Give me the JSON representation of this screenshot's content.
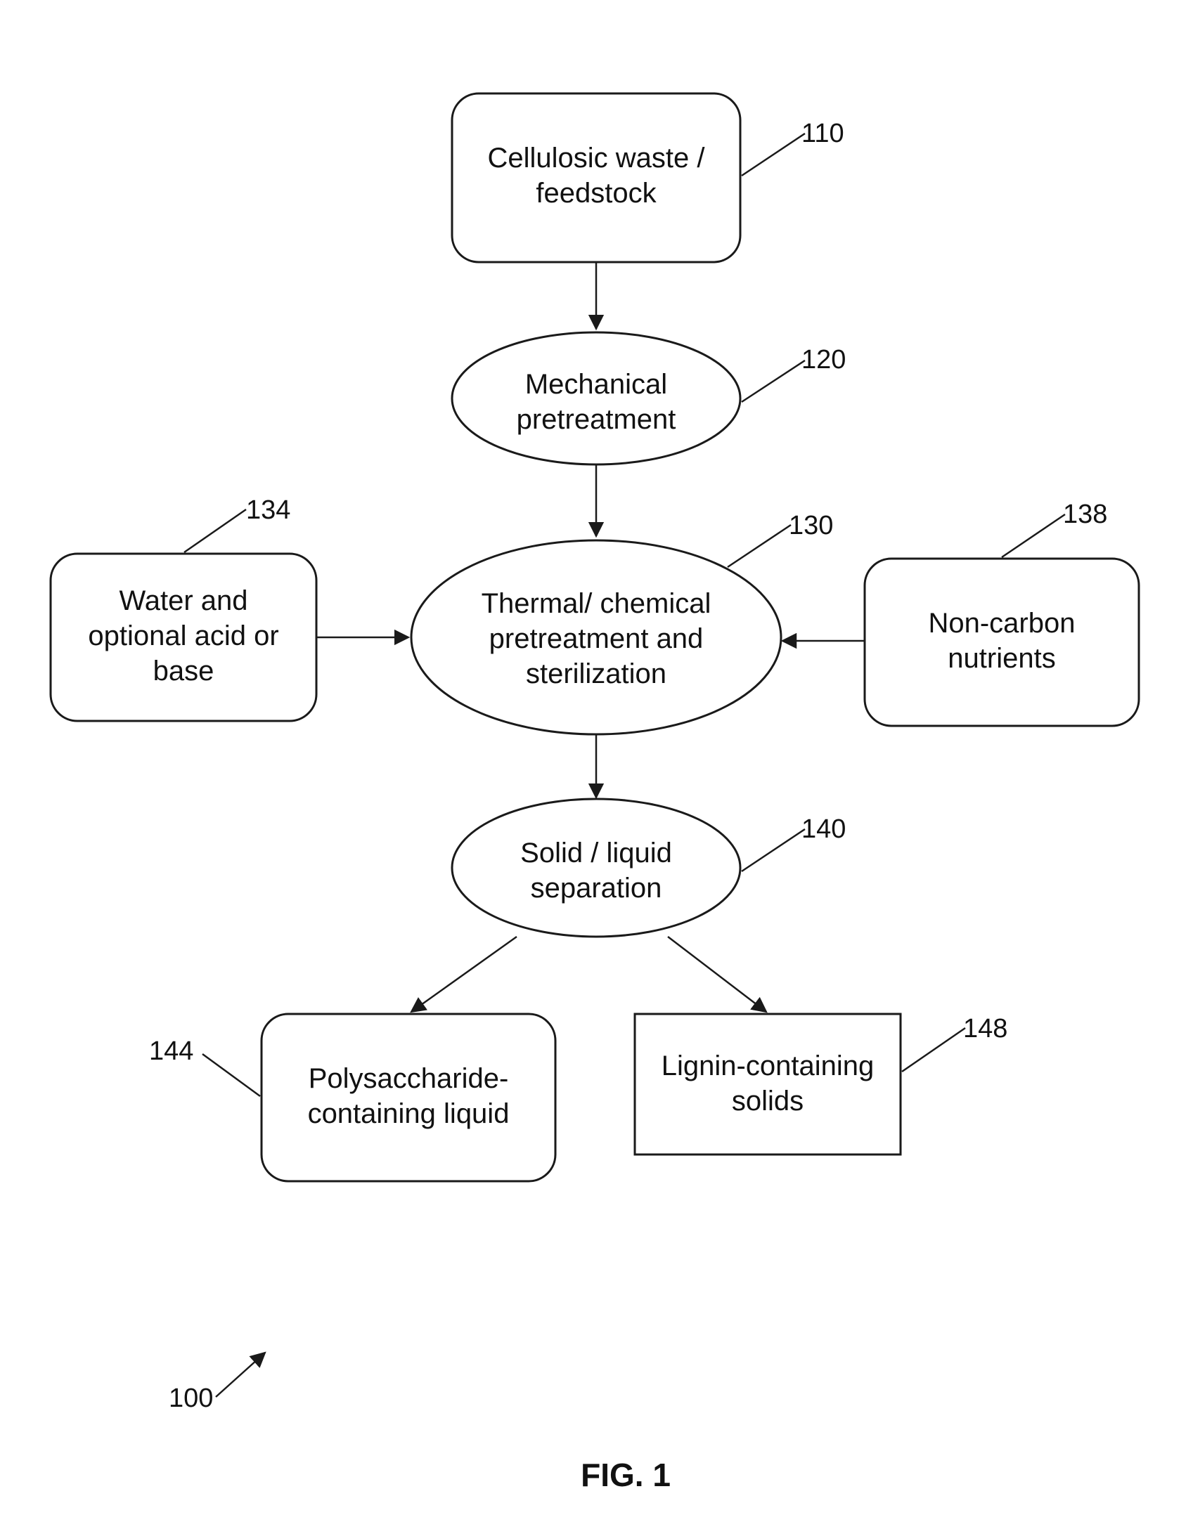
{
  "nodes": {
    "n110": {
      "lines": [
        "Cellulosic waste /",
        "feedstock"
      ],
      "ref": "110"
    },
    "n120": {
      "lines": [
        "Mechanical",
        "pretreatment"
      ],
      "ref": "120"
    },
    "n130": {
      "lines": [
        "Thermal/ chemical",
        "pretreatment and",
        "sterilization"
      ],
      "ref": "130"
    },
    "n134": {
      "lines": [
        "Water and",
        "optional acid or",
        "base"
      ],
      "ref": "134"
    },
    "n138": {
      "lines": [
        "Non-carbon",
        "nutrients"
      ],
      "ref": "138"
    },
    "n140": {
      "lines": [
        "Solid / liquid",
        "separation"
      ],
      "ref": "140"
    },
    "n144": {
      "lines": [
        "Polysaccharide-",
        "containing liquid"
      ],
      "ref": "144"
    },
    "n148": {
      "lines": [
        "Lignin-containing",
        "solids"
      ],
      "ref": "148"
    }
  },
  "figure_ref": "100",
  "figure_label": "FIG. 1"
}
